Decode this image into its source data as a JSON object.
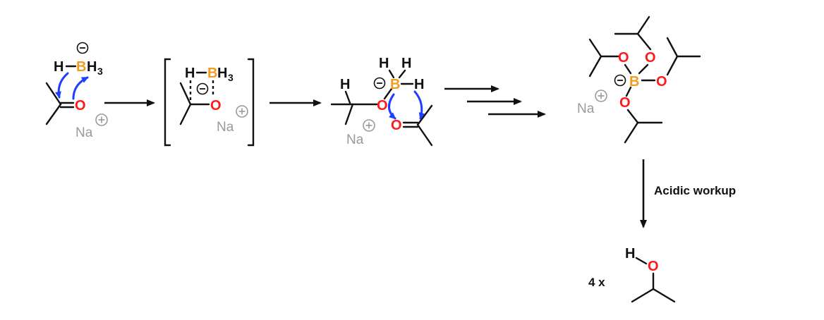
{
  "colors": {
    "bond": "#111111",
    "oxygen": "#ff1a1a",
    "boron": "#f29c1f",
    "sodium": "#9a9a9a",
    "curly_arrow": "#1f3fff"
  },
  "atoms": {
    "H": "H",
    "B": "B",
    "O": "O",
    "BH3": "BH",
    "three": "3",
    "Na": "Na"
  },
  "steps": {
    "workup_label": "Acidic workup",
    "product_count": "4 x"
  }
}
